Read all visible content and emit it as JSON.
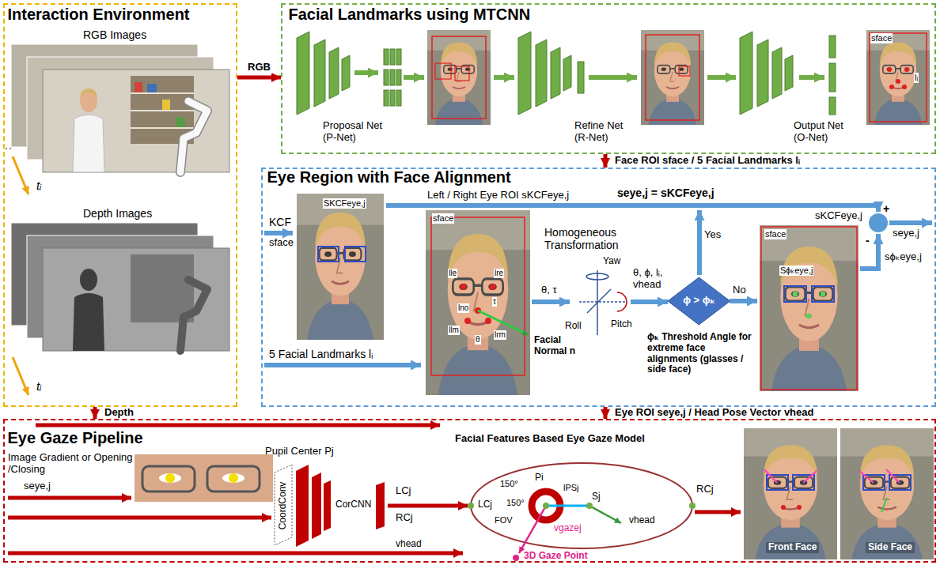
{
  "diagram": {
    "nodes": [
      {
        "text": [
          "Interaction Environment"
        ]
      },
      {
        "text": [
          "Facial Landmarks using MTCNN"
        ]
      },
      {
        "text": [
          "Eye Region with Face Alignment"
        ]
      },
      {
        "text": [
          "Eye Gaze Pipeline"
        ]
      },
      {
        "text": [
          "ϕ > ϕₖ"
        ],
        "in": 2
      }
    ],
    "edges": [
      {
        "from": 0,
        "to": 1,
        "arrow": "to",
        "label": "RGB"
      },
      {
        "from": 1,
        "to": 2,
        "arrow": "to",
        "label": "Face ROI sface / 5 Facial Landmarks lᵢ"
      },
      {
        "from": 2,
        "to": 3,
        "arrow": "to",
        "label": "Eye ROI seye,j / Head Pose Vector vhead"
      },
      {
        "from": 0,
        "to": 3,
        "arrow": "to",
        "label": "Depth"
      }
    ],
    "labels": [
      "RGB Images",
      "tᵢ",
      "Depth Images",
      "tᵢ",
      "Proposal Net (P-Net)",
      "Refine Net (R-Net)",
      "Output Net (O-Net)",
      "sface",
      "lᵢ",
      "KCF",
      "sface",
      "SKCFeye,j",
      "Left / Right Eye ROI sKCFeye,j",
      "sface",
      "lle",
      "lre",
      "lno",
      "θ",
      "τ",
      "llm",
      "lrm",
      "Facial Normal n",
      "Homogeneous Transformation",
      "θ, τ",
      "Yaw",
      "Roll",
      "Pitch",
      "θ, ϕ, lᵢ, vhead",
      "ϕₖ Threshold Angle for extreme face alignments (glasses / side face)",
      "Yes",
      "No",
      "seye,j = sKCFeye,j",
      "sKCFeye,j",
      "+",
      "-",
      "seye,j",
      "sϕₖeye,j",
      "sface",
      "Sϕₖeye,j",
      "5 Facial Landmarks lᵢ",
      "Image Gradient or Opening /Closing",
      "seye,j",
      "Pupil Center Pj",
      "CoordConv",
      "CorCNN",
      "LCj",
      "RCj",
      "Facial Features Based Eye Gaze Model",
      "LCj",
      "RCj",
      "Pi",
      "lPSj",
      "Sj",
      "vhead",
      "vgazej",
      "FOV",
      "150°",
      "150°",
      "3D Gaze Point",
      "Front Face",
      "Side Face",
      "vhead"
    ]
  }
}
